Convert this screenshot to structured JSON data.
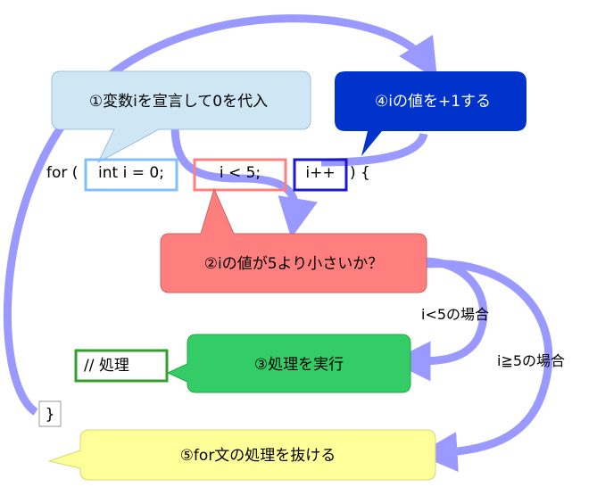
{
  "code": {
    "for_keyword": "for (",
    "init": "int i = 0;",
    "condition": "i < 5;",
    "increment": "i++",
    "brace_open": ") {",
    "body": "// 処理",
    "brace_close": "}"
  },
  "callouts": {
    "step1": "①変数iを宣言して0を代入",
    "step2": "②iの値が5より小さいか？",
    "step3": "③処理を実行",
    "step4": "④iの値を+1する",
    "step5": "⑤for文の処理を抜ける"
  },
  "branch_labels": {
    "true_case": "i<5の場合",
    "false_case": "i≧5の場合"
  },
  "colors": {
    "arrow": "#9999ff",
    "step1_fill": "#cfe7f5",
    "step2_fill": "#ff7f7f",
    "step3_fill": "#33cc66",
    "step4_fill": "#0033cc",
    "step5_fill": "#ffff99",
    "init_box": "#7fbfff",
    "cond_box": "#ff7f7f",
    "inc_box": "#1a1acc",
    "body_box": "#33a02c"
  }
}
